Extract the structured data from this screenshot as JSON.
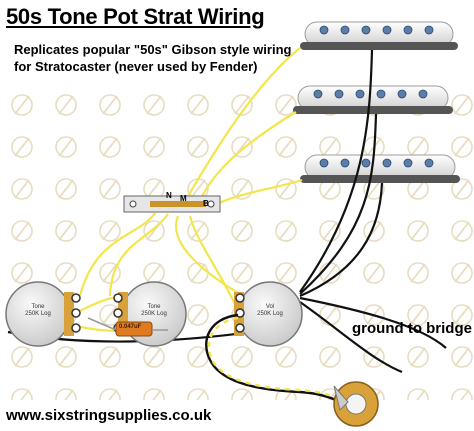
{
  "title": "50s Tone Pot Strat Wiring",
  "subtitle_line1": "Replicates popular \"50s\" Gibson style wiring",
  "subtitle_line2": "for Stratocaster (never used by Fender)",
  "ground_label": "ground to bridge",
  "website": "www.sixstringsupplies.co.uk",
  "pots": [
    {
      "line1": "Tone",
      "line2": "250K Log"
    },
    {
      "line1": "Tone",
      "line2": "250K Log"
    },
    {
      "line1": "Vol",
      "line2": "250K Log"
    }
  ],
  "capacitor_label": "0.047uF",
  "switch_labels": [
    "N",
    "M",
    "B"
  ],
  "colors": {
    "wire": "#f2e64a",
    "shield": "#111111",
    "pot_body": "#f2f2f2",
    "lug_plate": "#d9a13a",
    "cap": "#e07a1f"
  }
}
